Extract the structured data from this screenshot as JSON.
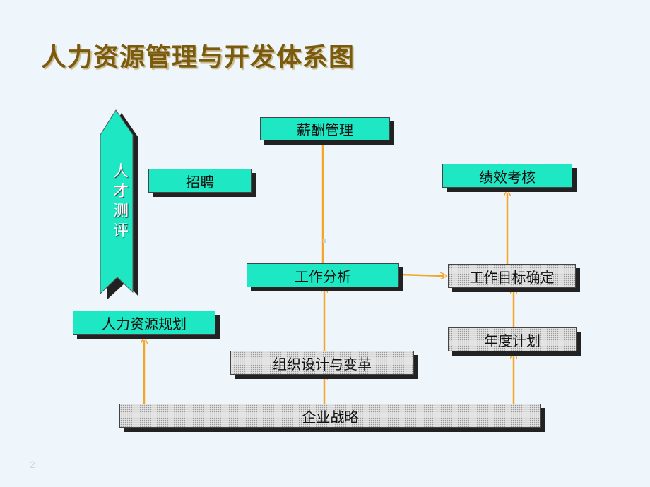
{
  "title": "人力资源管理与开发体系图",
  "page_number": "2",
  "nodes": {
    "talent_assessment": "人才测评",
    "recruitment": "招聘",
    "hr_planning": "人力资源规划",
    "compensation": "薪酬管理",
    "job_analysis": "工作分析",
    "org_design": "组织设计与变革",
    "corporate_strategy": "企业战略",
    "performance_appraisal": "绩效考核",
    "goal_setting": "工作目标确定",
    "annual_plan": "年度计划"
  },
  "colors": {
    "teal_box": "#1ee8c4",
    "grey_box": "#e4e4e4",
    "connector": "#f4a52a",
    "title": "#7a5a0e",
    "background": "#eef6fb"
  }
}
